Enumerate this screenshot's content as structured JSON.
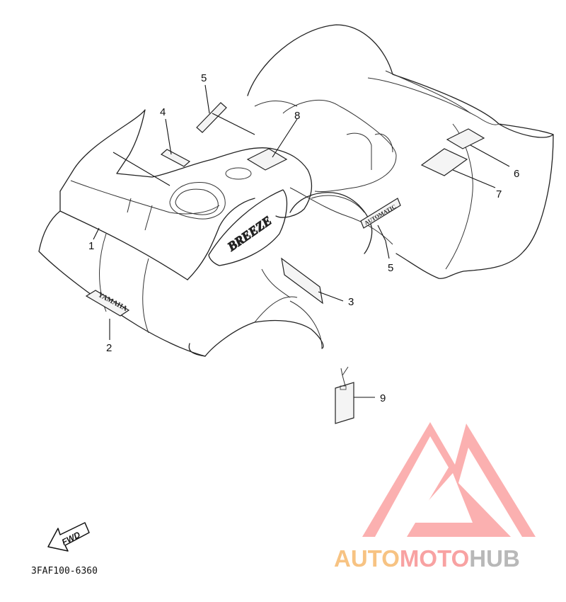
{
  "diagram": {
    "code": "3FAF100-6360",
    "fwd_label": "FWD",
    "decals": {
      "brand": "YAMAHA",
      "model": "BREEZE",
      "transmission": "AUTOMATIC"
    },
    "callouts": [
      {
        "id": "c1",
        "label": "1"
      },
      {
        "id": "c2",
        "label": "2"
      },
      {
        "id": "c3",
        "label": "3"
      },
      {
        "id": "c4",
        "label": "4"
      },
      {
        "id": "c5a",
        "label": "5"
      },
      {
        "id": "c5b",
        "label": "5"
      },
      {
        "id": "c6",
        "label": "6"
      },
      {
        "id": "c7",
        "label": "7"
      },
      {
        "id": "c8",
        "label": "8"
      },
      {
        "id": "c9",
        "label": "9"
      }
    ]
  },
  "watermark": {
    "part1": "AUTO",
    "part2": "MOTO",
    "part3": "HUB",
    "colors": {
      "triangle": "#fba7a7",
      "auto": "#f7c383",
      "moto": "#f8a2a2",
      "hub": "#b8b8b8"
    }
  }
}
